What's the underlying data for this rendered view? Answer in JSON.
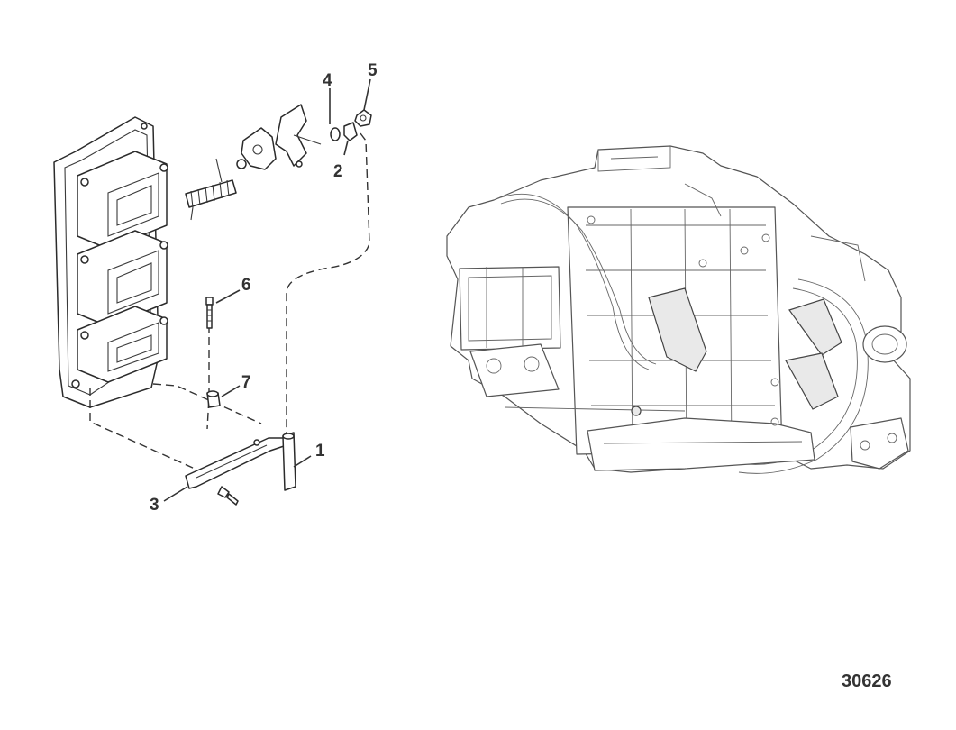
{
  "callouts": {
    "c1": "1",
    "c2": "2",
    "c3": "3",
    "c4": "4",
    "c5": "5",
    "c6": "6",
    "c7": "7"
  },
  "figure_number": "30626"
}
